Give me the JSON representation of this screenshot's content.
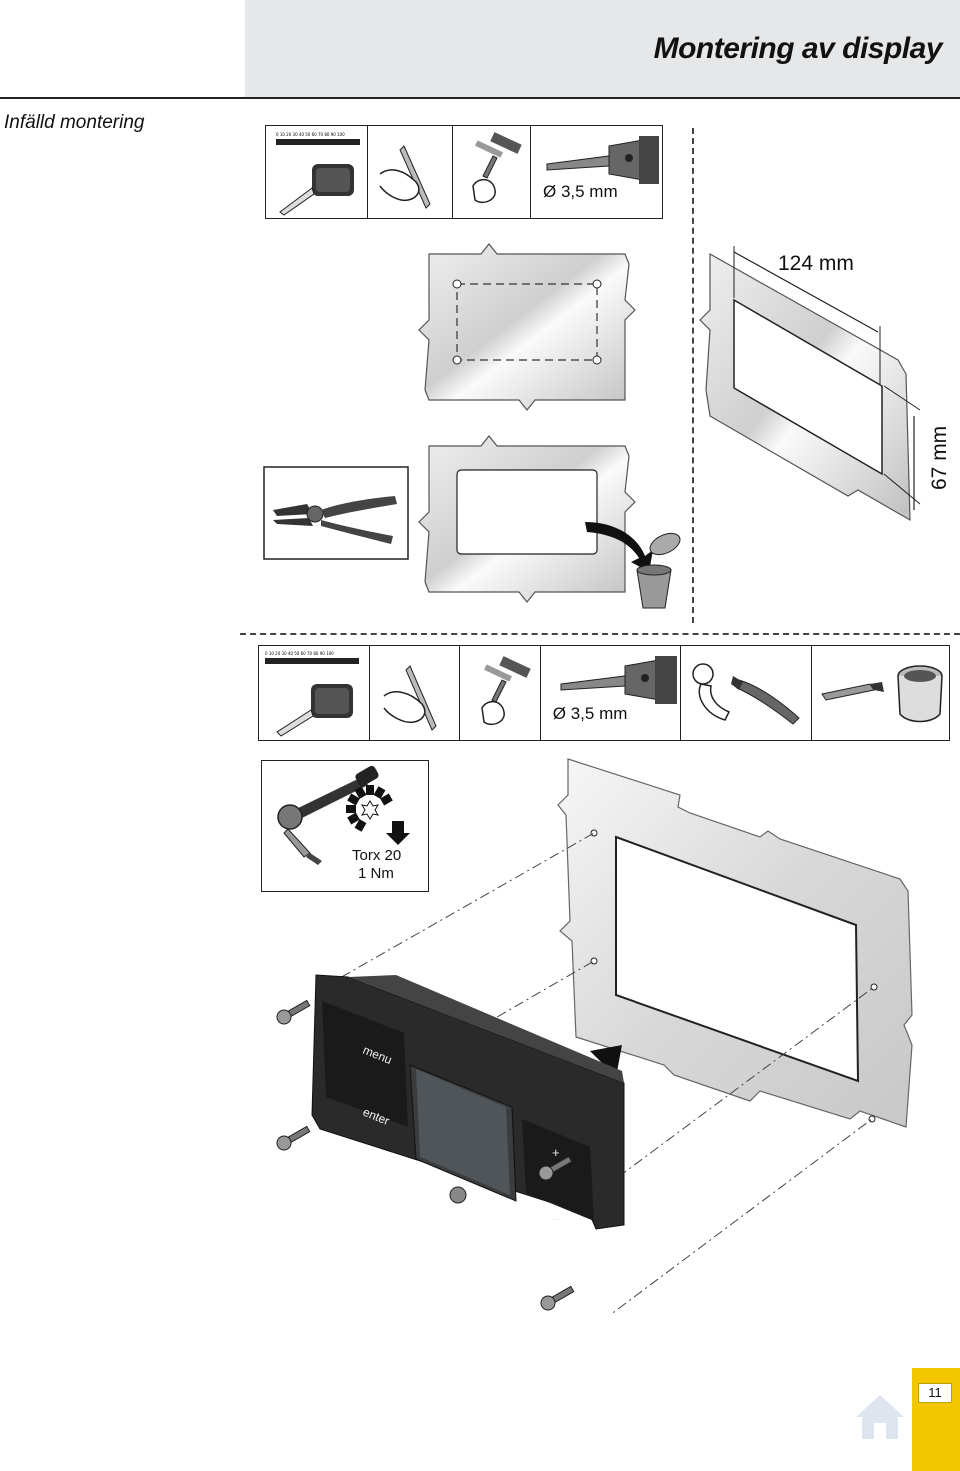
{
  "header": {
    "title": "Montering av display"
  },
  "section": {
    "subtitle": "Infälld montering"
  },
  "step1": {
    "ruler_ticks": "0 10 20 30 40 50 60 70 80 90 100",
    "drill_label": "Ø 3,5 mm",
    "icons": [
      "tape-measure-icon",
      "pencil-icon",
      "hammer-punch-icon",
      "drill-icon"
    ]
  },
  "dimensions": {
    "width": "124 mm",
    "height": "67 mm"
  },
  "step2": {
    "icons": [
      "pliers-icon",
      "trash-bin-icon"
    ]
  },
  "step3": {
    "ruler_ticks": "0 10 20 30 40 50 60 70 80 90 100",
    "drill_label": "Ø 3,5 mm",
    "icons": [
      "tape-measure-icon",
      "pencil-icon",
      "hammer-punch-icon",
      "drill-icon",
      "jigsaw-icon",
      "file-icon",
      "glue-brush-icon"
    ]
  },
  "step4": {
    "torx_line1": "Torx 20",
    "torx_line2": "1 Nm",
    "icons": [
      "ratchet-wrench-icon",
      "torx-bit-icon"
    ]
  },
  "display": {
    "menu_label": "menu",
    "enter_label": "enter",
    "plus_label": "+",
    "minus_label": "–"
  },
  "footer": {
    "page_number": "11",
    "home_icon": "home-icon"
  }
}
